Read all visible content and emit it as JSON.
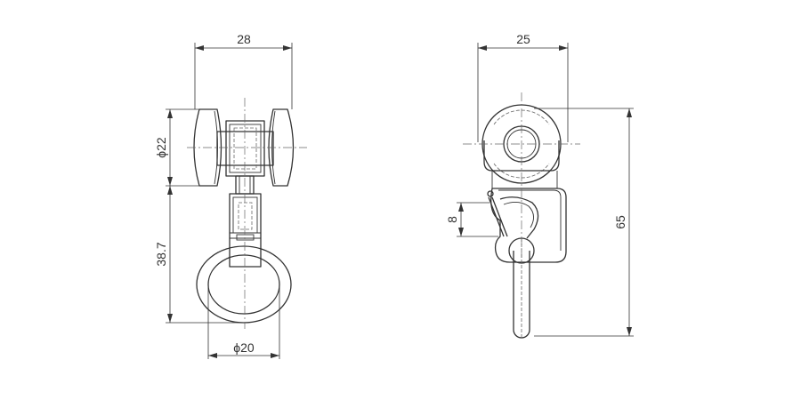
{
  "dimensions": {
    "front_width": "28",
    "wheel_diameter": "ϕ22",
    "hanger_height": "38.7",
    "ring_diameter": "ϕ20",
    "side_width": "25",
    "hook_gap": "8",
    "overall_height": "65"
  }
}
